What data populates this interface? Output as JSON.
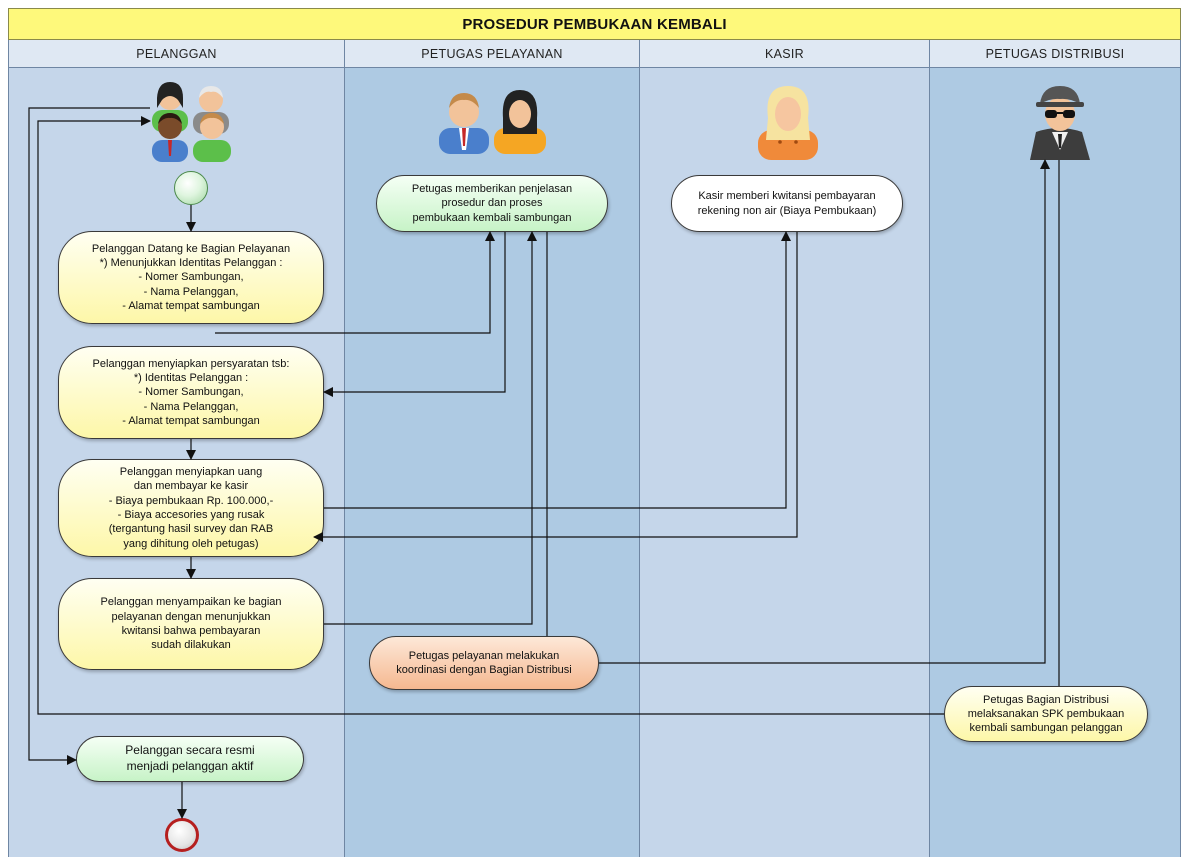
{
  "title": "PROSEDUR PEMBUKAAN KEMBALI",
  "lanes": [
    {
      "label": "PELANGGAN"
    },
    {
      "label": "PETUGAS PELAYANAN"
    },
    {
      "label": "KASIR"
    },
    {
      "label": "PETUGAS DISTRIBUSI"
    }
  ],
  "nodes": {
    "datang": "Pelanggan Datang ke Bagian Pelayanan\n*) Menunjukkan Identitas Pelanggan :\n- Nomer Sambungan,\n- Nama Pelanggan,\n- Alamat tempat sambungan",
    "menyiapkan_persyaratan": "Pelanggan menyiapkan persyaratan tsb:\n*) Identitas Pelanggan :\n- Nomer Sambungan,\n- Nama Pelanggan,\n- Alamat tempat sambungan",
    "menyiapkan_uang": "Pelanggan menyiapkan uang\ndan membayar ke kasir\n- Biaya pembukaan Rp. 100.000,-\n- Biaya accesories yang rusak\n(tergantung hasil survey dan RAB\nyang dihitung oleh petugas)",
    "menyampaikan": "Pelanggan menyampaikan ke bagian\npelayanan dengan menunjukkan\nkwitansi bahwa pembayaran\nsudah dilakukan",
    "resmi": "Pelanggan secara resmi\nmenjadi pelanggan aktif",
    "petugas_penjelasan": "Petugas memberikan penjelasan\nprosedur dan proses\npembukaan kembali sambungan",
    "petugas_koordinasi": "Petugas pelayanan melakukan\nkoordinasi dengan Bagian Distribusi",
    "kasir_kwitansi": "Kasir memberi kwitansi pembayaran\nrekening non air (Biaya Pembukaan)",
    "distribusi_spk": "Petugas Bagian Distribusi\nmelaksanakan SPK pembukaan\nkembali sambungan pelanggan"
  },
  "icons": {
    "pelanggan": "customer-group-icon",
    "petugas": "service-staff-icon",
    "kasir": "cashier-icon",
    "distribusi": "distribution-agent-icon"
  },
  "colors": {
    "title_bg": "#fef97b",
    "lane_light": "#c5d6ea",
    "lane_dark": "#aecae3",
    "node_yellow": "#fdf7a8",
    "node_green": "#c7f3c7",
    "node_orange": "#f5b890",
    "end_ring": "#b51f1f"
  }
}
